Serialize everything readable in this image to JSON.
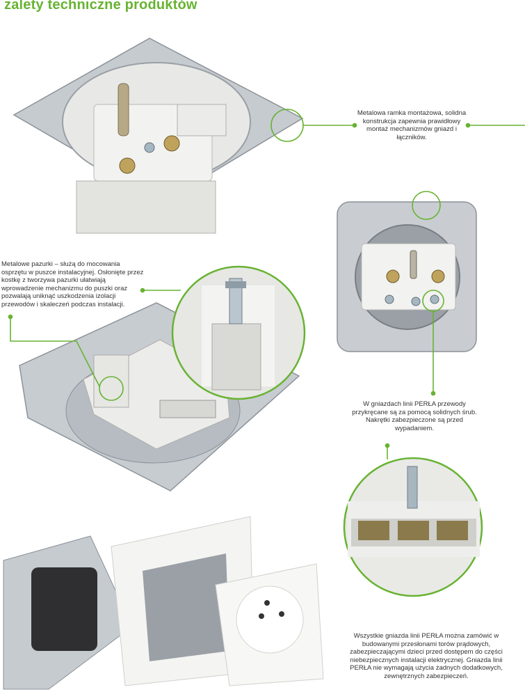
{
  "title": "zalety techniczne produktów",
  "notes": {
    "frame": "Metalowa ramka montażowa, solidna konstrukcja zapewnia prawidłowy montaż mechanizmów gniazd i łączników.",
    "claws": "Metalowe pazurki – służą do mocowania osprzętu w puszce instalacyjnej. Osłonięte przez kostkę z tworzywa pazurki ułatwiają wprowadzenie mechanizmu do puszki oraz pozwalają uniknąć uszkodzenia izolacji przewodów i skaleczeń podczas instalacji.",
    "wires": "W gniazdach linii PERŁA przewody przykręcane są za pomocą solidnych śrub. Nakrętki zabezpieczone są przed wypadaniem.",
    "shutters": "Wszystkie gniazda linii PERŁA można zamówić w budowanymi przesłonami torów prądowych, zabezpieczającymi dzieci przed dostępem do części niebezpiecznych instalacji elektrycznej. Gniazda linii PERŁA nie wymagają użycia żadnych dodatkowych, zewnętrznych zabezpieczeń."
  },
  "colors": {
    "accent": "#67b332",
    "metal": "#c9cdd2",
    "plastic": "#f1f1ef",
    "text": "#333333"
  }
}
